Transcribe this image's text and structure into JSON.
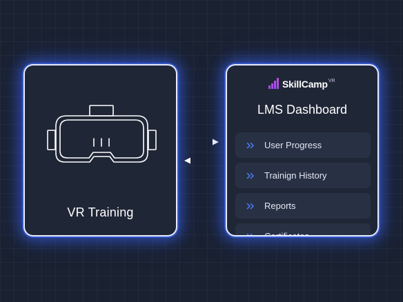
{
  "vr": {
    "label": "VR Training",
    "icon": "vr-headset-icon"
  },
  "lms": {
    "logo": {
      "name": "SkillCamp",
      "sup": "VR",
      "icon": "stairs-logo-icon"
    },
    "title": "LMS Dashboard",
    "items": [
      {
        "label": "User Progress"
      },
      {
        "label": "Trainign History"
      },
      {
        "label": "Reports"
      },
      {
        "label": "Certificates"
      }
    ]
  },
  "colors": {
    "background": "#1a2130",
    "card": "#1f2636",
    "menu_item": "#283144",
    "glow": "#3c69ff",
    "chevron": "#4a7cff",
    "logo_gradient": [
      "#8a4dff",
      "#d24ad6"
    ]
  }
}
